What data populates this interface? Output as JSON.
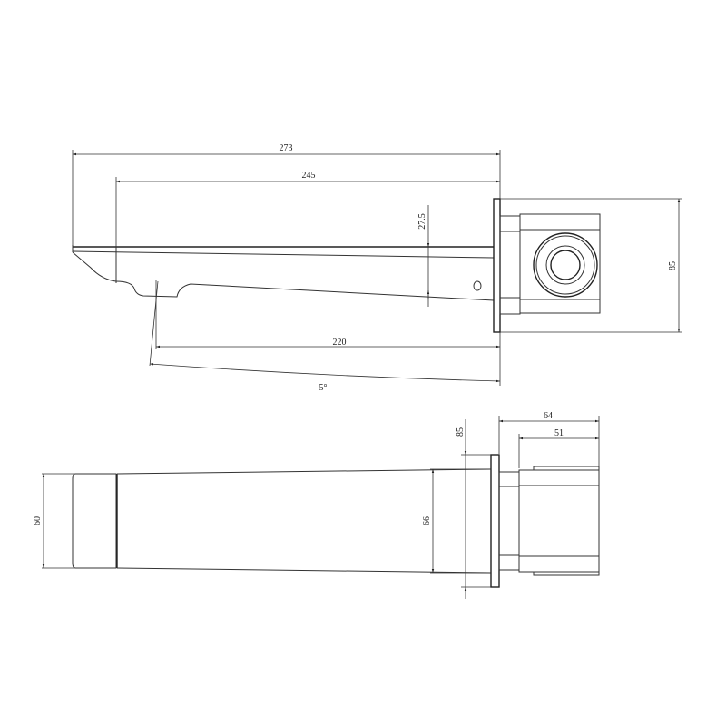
{
  "drawing": {
    "title": "Wall-mounted spout technical drawing",
    "line_color": "#333333",
    "background": "#ffffff",
    "side_view": {
      "dimensions": {
        "overall_length": "273",
        "spout_length": "245",
        "spout_height": "27.5",
        "plate_height": "85",
        "outlet_reach": "220",
        "slope_angle": "5°"
      }
    },
    "top_view": {
      "dimensions": {
        "outlet_width": "60",
        "spout_base_width": "66",
        "plate_thickness": "85",
        "body_depth": "64",
        "valve_depth": "51"
      }
    }
  }
}
